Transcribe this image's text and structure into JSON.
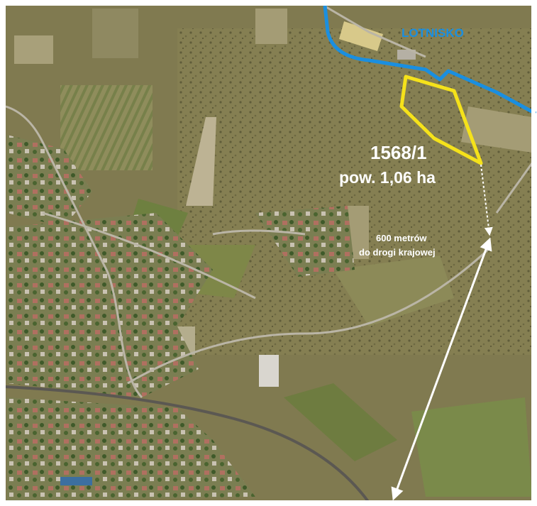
{
  "map": {
    "labels": {
      "airport": "LOTNISKO",
      "parcel_id": "1568/1",
      "parcel_area": "pow. 1,06 ha",
      "distance_line1": "600 metrów",
      "distance_line2": "do drogi krajowej"
    },
    "colors": {
      "airport_boundary": "#1a8fe0",
      "parcel_outline": "#f5e21a",
      "label_text": "#ffffff",
      "terrain_base": "#7f7a4e",
      "field_light": "#a7a07a",
      "field_green": "#6e8040",
      "road": "#b9b4a6",
      "rail": "#595650"
    }
  }
}
